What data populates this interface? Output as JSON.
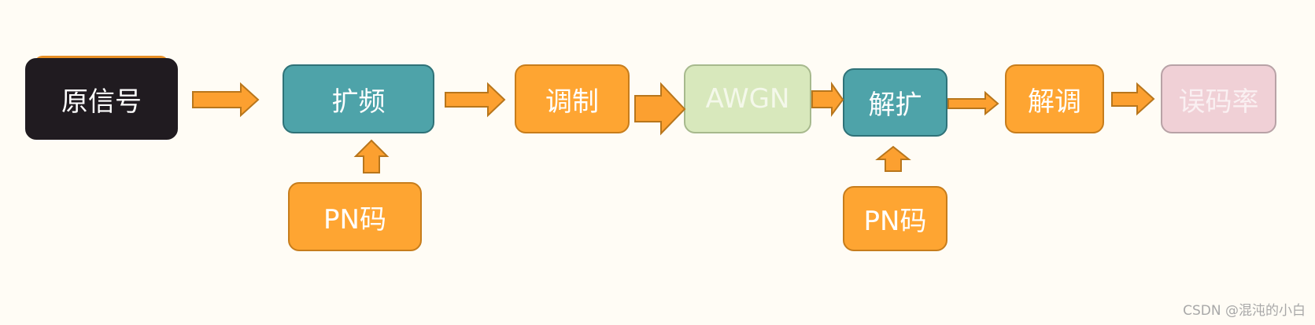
{
  "nodes": {
    "source": "原信号",
    "spread": "扩频",
    "modulate": "调制",
    "awgn": "AWGN",
    "despread": "解扩",
    "demodulate": "解调",
    "ber": "误码率",
    "pn_top": "PN码",
    "pn_right": "PN码"
  },
  "colors": {
    "dark": "#201b20",
    "teal": "#4ea3a9",
    "orange": "#fea532",
    "green": "#d8e8bc",
    "pink": "#f0d0d6",
    "arrow": "#fca030"
  },
  "watermark": "CSDN @混沌的小白"
}
